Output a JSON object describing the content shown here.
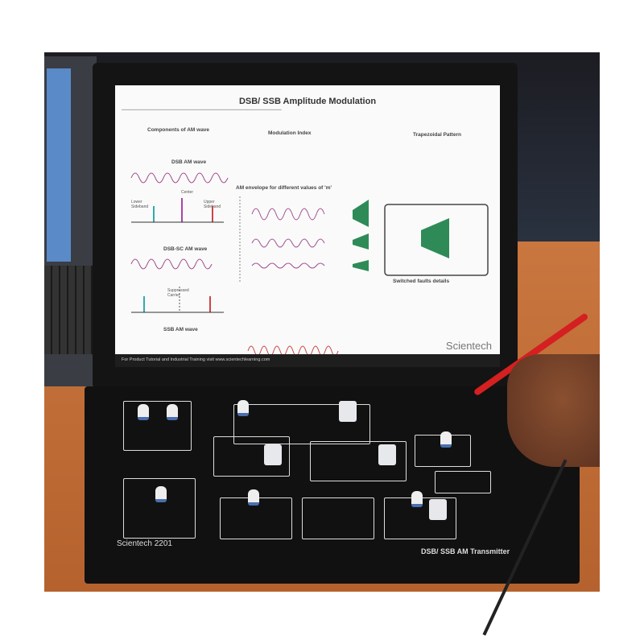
{
  "screen": {
    "title": "DSB/ SSB Amplitude Modulation",
    "sections": {
      "components": "Components of AM wave",
      "dsb": "DSB AM wave",
      "dsbsc": "DSB-SC AM wave",
      "ssb": "SSB AM wave",
      "modindex": "Modulation Index",
      "envelope": "AM envelope for different values of 'm'",
      "trapezoid": "Trapezoidal Pattern",
      "faults": "Switched faults details"
    },
    "spectrum_labels": {
      "center": "Center",
      "lower": "Lower Sideband",
      "upper": "Upper Sideband",
      "suppressed": "Suppressed Carrier"
    },
    "brand": "Scientech",
    "footer": "For Product Tutorial and Industrial Training visit www.scientechlearning.com"
  },
  "board": {
    "brand": "Scientech 2201",
    "title": "DSB/ SSB AM Transmitter"
  },
  "colors": {
    "table": "#c0703a",
    "trapezoid": "#2e8b57",
    "probe": "#d42020"
  }
}
